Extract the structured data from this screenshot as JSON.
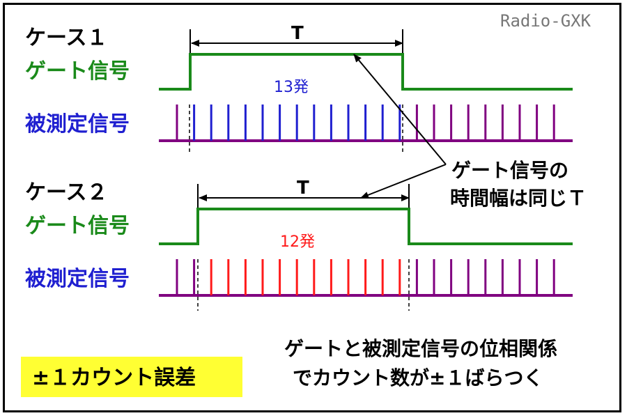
{
  "credit": "Radio-GXK",
  "case1": {
    "title": "ケース１",
    "gate_label": "ゲート信号",
    "signal_label": "被測定信号",
    "period_label": "T",
    "count_label": "13発"
  },
  "case2": {
    "title": "ケース２",
    "gate_label": "ゲート信号",
    "signal_label": "被測定信号",
    "period_label": "T",
    "count_label": "12発"
  },
  "note": {
    "line1": "ゲート信号の",
    "line2": "時間幅は同じＴ"
  },
  "error_box": {
    "text": "±１カウント誤差",
    "color": "#ffff33"
  },
  "summary": {
    "line1": "ゲートと被測定信号の位相関係",
    "line2": "でカウント数が±１ばらつく"
  },
  "colors": {
    "gate": "#1a8a1a",
    "signal": "#800080",
    "counted_case1": "#1f1fd0",
    "counted_case2": "#ff1a1a"
  }
}
